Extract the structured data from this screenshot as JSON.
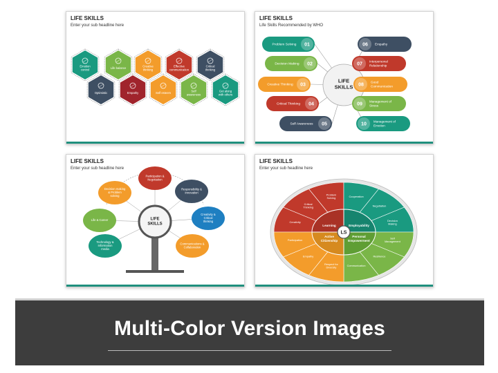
{
  "slide1": {
    "title": "LIFE SKILLS",
    "subtitle": "Enter your sub headline here",
    "hexagons": [
      {
        "label": "Emotion control",
        "color": "#1a9a80",
        "icon": "person-icon"
      },
      {
        "label": "Life balance",
        "color": "#7ab648",
        "icon": "scale-icon"
      },
      {
        "label": "Creative thinking",
        "color": "#f39c2b",
        "icon": "lightbulb-icon"
      },
      {
        "label": "Effective communication",
        "color": "#c0392b",
        "icon": "people-icon"
      },
      {
        "label": "Critical thinking",
        "color": "#3e4f63",
        "icon": "head-icon"
      },
      {
        "label": "Optimistic",
        "color": "#3e4f63",
        "icon": "thumbs-up-icon"
      },
      {
        "label": "Empathy",
        "color": "#a0242c",
        "icon": "heart-icon"
      },
      {
        "label": "Self esteem",
        "color": "#f39c2b",
        "icon": "star-icon"
      },
      {
        "label": "Self awareness",
        "color": "#7ab648",
        "icon": "mirror-icon"
      },
      {
        "label": "Get along with others",
        "color": "#1a9a80",
        "icon": "handshake-icon"
      }
    ]
  },
  "slide2": {
    "title": "LIFE SKILLS",
    "subtitle": "Life Skills Recommended by WHO",
    "center": [
      "LIFE",
      "SKILLS"
    ],
    "left_items": [
      {
        "label": "Problem Solving",
        "num": "01",
        "color": "#1a9a80"
      },
      {
        "label": "Decision Making",
        "num": "02",
        "color": "#7ab648"
      },
      {
        "label": "Creative Thinking",
        "num": "03",
        "color": "#f39c2b"
      },
      {
        "label": "Critical Thinking",
        "num": "04",
        "color": "#c0392b"
      },
      {
        "label": "Self Awareness",
        "num": "05",
        "color": "#3e4f63"
      }
    ],
    "right_items": [
      {
        "label": "Empathy",
        "num": "06",
        "color": "#3e4f63"
      },
      {
        "label": "Interpersonal Relationship",
        "num": "07",
        "color": "#c0392b"
      },
      {
        "label": "Good Communication",
        "num": "08",
        "color": "#f39c2b"
      },
      {
        "label": "Management of Stress",
        "num": "09",
        "color": "#7ab648"
      },
      {
        "label": "Management of Emotion",
        "num": "10",
        "color": "#1a9a80"
      }
    ]
  },
  "slide3": {
    "title": "LIFE SKILLS",
    "subtitle": "Enter your sub headline here",
    "center": [
      "LIFE",
      "SKILLS"
    ],
    "bubbles": [
      {
        "label": "Participation & Negotiation",
        "color": "#c0392b"
      },
      {
        "label": "Responsibility & Innovation",
        "color": "#3e4f63"
      },
      {
        "label": "Creativity & Critical thinking",
        "color": "#1e7fc1"
      },
      {
        "label": "Communications & Collaboration",
        "color": "#f39c2b"
      },
      {
        "label": "Technology & Information media",
        "color": "#1a9a80"
      },
      {
        "label": "Life & Career",
        "color": "#7ab648"
      },
      {
        "label": "Decision making & Problem solving",
        "color": "#f39c2b"
      }
    ]
  },
  "slide4": {
    "title": "LIFE SKILLS",
    "subtitle": "Enter your sub headline here",
    "center": "LS",
    "quadrants": [
      "Learning",
      "Employability",
      "Active Citizenship",
      "Personal Empowerment"
    ],
    "outer": [
      "Problem Solving",
      "Cooperation",
      "Negotiation",
      "Decision Making",
      "Self Management",
      "Resilience",
      "Communication",
      "Respect for Diversity",
      "Empathy",
      "Participation",
      "Creativity",
      "Critical Thinking"
    ]
  },
  "banner": {
    "title": "Multi-Color Version Images"
  }
}
